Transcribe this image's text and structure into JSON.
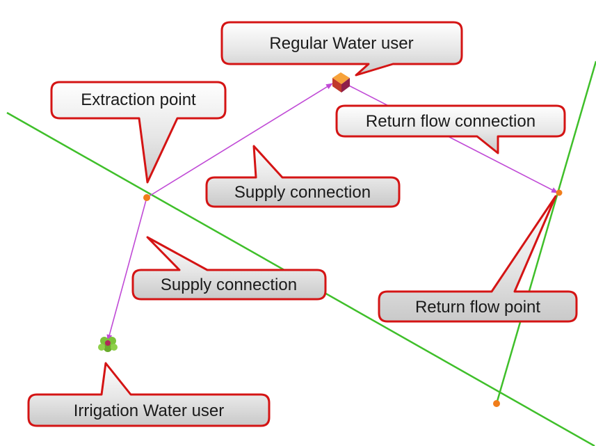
{
  "colors": {
    "river": "#3fbf2a",
    "link": "#c04ad6",
    "node": "#f07d1b",
    "callout_border": "#d41414",
    "callout_fill_top": "#ffffff",
    "callout_fill_bottom": "#cfcfcf",
    "regular_user": "#f07d1b",
    "irrigation_user": "#7cc23a"
  },
  "labels": {
    "regular_water_user": "Regular Water user",
    "extraction_point": "Extraction point",
    "return_flow_connection": "Return flow connection",
    "supply_connection_upper": "Supply connection",
    "supply_connection_lower": "Supply connection",
    "return_flow_point": "Return flow point",
    "irrigation_water_user": "Irrigation Water user"
  }
}
